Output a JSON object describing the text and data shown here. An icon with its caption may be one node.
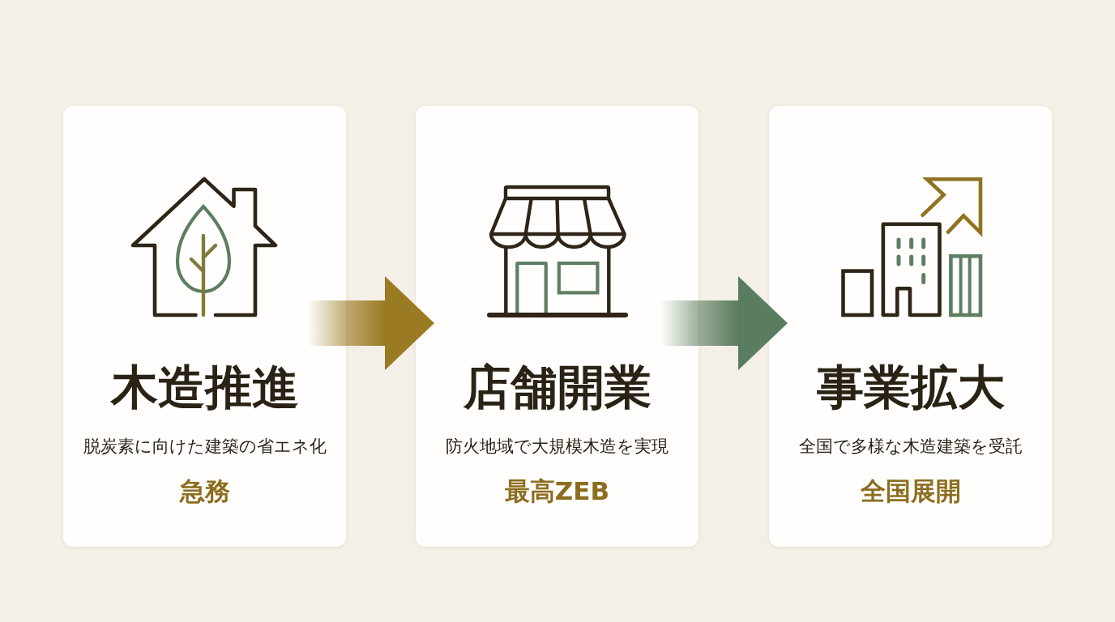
{
  "diagram": {
    "nodes": [
      {
        "text": [
          "木造推進",
          "脱炭素に向けた建築の省エネ化",
          "急務"
        ]
      },
      {
        "text": [
          "店舗開業",
          "防火地域で大規模木造を実現",
          "最高ZEB"
        ]
      },
      {
        "text": [
          "事業拡大",
          "全国で多様な木造建築を受託",
          "全国展開"
        ]
      }
    ],
    "edges": [
      {
        "from": 0,
        "to": 1,
        "arrow": "to",
        "color": "#9a7a22"
      },
      {
        "from": 1,
        "to": 2,
        "arrow": "to",
        "color": "#5b7d5f"
      }
    ]
  }
}
